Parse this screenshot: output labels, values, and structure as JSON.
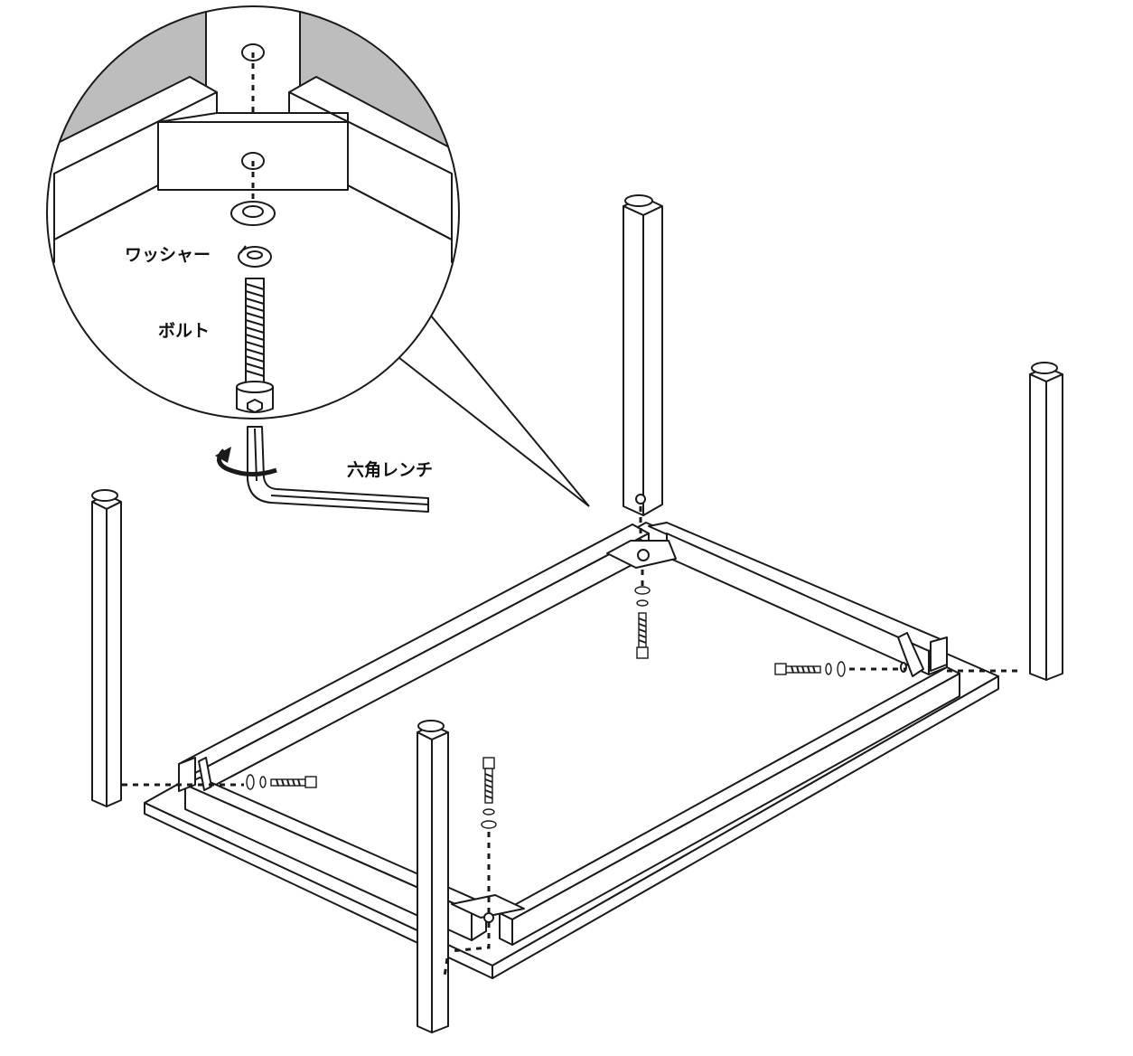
{
  "labels": {
    "washer": "ワッシャー",
    "bolt": "ボルト",
    "hex_wrench": "六角レンチ"
  },
  "colors": {
    "line": "#1a1a1a",
    "shade": "#bdbdbd",
    "background": "#ffffff"
  },
  "icons": {
    "rotation": "curved-arrow-icon"
  }
}
